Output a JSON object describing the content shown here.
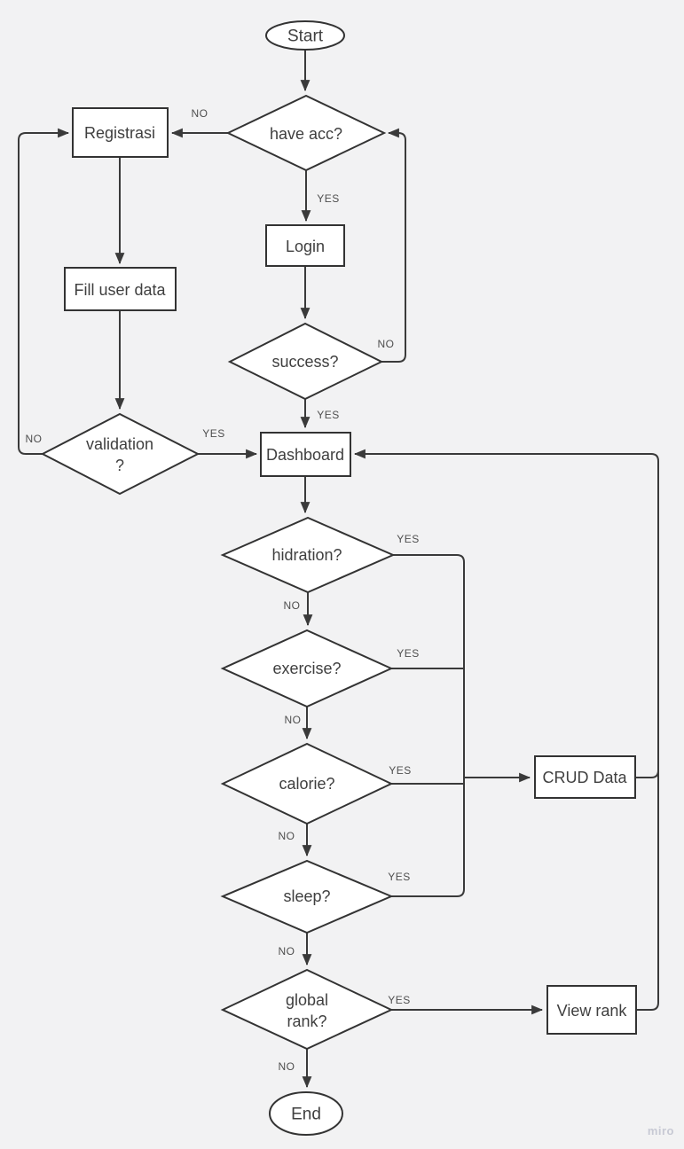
{
  "app": {
    "watermark": "miro"
  },
  "diagram": {
    "type": "flowchart",
    "colors": {
      "background": "#f2f2f3",
      "connector": "#3a3a3a",
      "shape_fill": "#ffffff",
      "shape_stroke": "#333333",
      "node_text": "#3f3f3f",
      "edge_label_text": "#4e4e4e",
      "watermark_text": "#c7c9d4"
    },
    "nodes": {
      "start": {
        "type": "terminator",
        "label": "Start"
      },
      "have_acc": {
        "type": "decision",
        "label": "have acc?"
      },
      "registrasi": {
        "type": "process",
        "label": "Registrasi"
      },
      "login": {
        "type": "process",
        "label": "Login"
      },
      "fill_user_data": {
        "type": "process",
        "label": "Fill user data"
      },
      "success": {
        "type": "decision",
        "label": "success?"
      },
      "validation": {
        "type": "decision",
        "label": "validation",
        "label_line2": "?"
      },
      "dashboard": {
        "type": "process",
        "label": "Dashboard"
      },
      "hidration": {
        "type": "decision",
        "label": "hidration?"
      },
      "exercise": {
        "type": "decision",
        "label": "exercise?"
      },
      "calorie": {
        "type": "decision",
        "label": "calorie?"
      },
      "sleep": {
        "type": "decision",
        "label": "sleep?"
      },
      "global_rank": {
        "type": "decision",
        "label": "global",
        "label_line2": "rank?"
      },
      "crud_data": {
        "type": "process",
        "label": "CRUD Data"
      },
      "view_rank": {
        "type": "process",
        "label": "View rank"
      },
      "end": {
        "type": "terminator",
        "label": "End"
      }
    },
    "edge_labels": {
      "have_acc_no": "NO",
      "have_acc_yes": "YES",
      "success_no": "NO",
      "success_yes": "YES",
      "validation_no": "NO",
      "validation_yes": "YES",
      "hidration_yes": "YES",
      "hidration_no": "NO",
      "exercise_yes": "YES",
      "exercise_no": "NO",
      "calorie_yes": "YES",
      "calorie_no": "NO",
      "sleep_yes": "YES",
      "sleep_no": "NO",
      "global_rank_yes": "YES",
      "global_rank_no": "NO"
    },
    "edges": [
      {
        "from": "start",
        "to": "have_acc",
        "label": ""
      },
      {
        "from": "have_acc",
        "to": "registrasi",
        "label": "NO"
      },
      {
        "from": "have_acc",
        "to": "login",
        "label": "YES"
      },
      {
        "from": "registrasi",
        "to": "fill_user_data",
        "label": ""
      },
      {
        "from": "fill_user_data",
        "to": "validation",
        "label": ""
      },
      {
        "from": "validation",
        "to": "registrasi",
        "label": "NO"
      },
      {
        "from": "validation",
        "to": "dashboard",
        "label": "YES"
      },
      {
        "from": "login",
        "to": "success",
        "label": ""
      },
      {
        "from": "success",
        "to": "have_acc",
        "label": "NO"
      },
      {
        "from": "success",
        "to": "dashboard",
        "label": "YES"
      },
      {
        "from": "dashboard",
        "to": "hidration",
        "label": ""
      },
      {
        "from": "hidration",
        "to": "exercise",
        "label": "NO"
      },
      {
        "from": "hidration",
        "to": "crud_data",
        "label": "YES"
      },
      {
        "from": "exercise",
        "to": "calorie",
        "label": "NO"
      },
      {
        "from": "exercise",
        "to": "crud_data",
        "label": "YES"
      },
      {
        "from": "calorie",
        "to": "sleep",
        "label": "NO"
      },
      {
        "from": "calorie",
        "to": "crud_data",
        "label": "YES"
      },
      {
        "from": "sleep",
        "to": "global_rank",
        "label": "NO"
      },
      {
        "from": "sleep",
        "to": "crud_data",
        "label": "YES"
      },
      {
        "from": "global_rank",
        "to": "view_rank",
        "label": "YES"
      },
      {
        "from": "global_rank",
        "to": "end",
        "label": "NO"
      },
      {
        "from": "crud_data",
        "to": "dashboard",
        "label": ""
      },
      {
        "from": "view_rank",
        "to": "dashboard",
        "label": ""
      }
    ]
  }
}
